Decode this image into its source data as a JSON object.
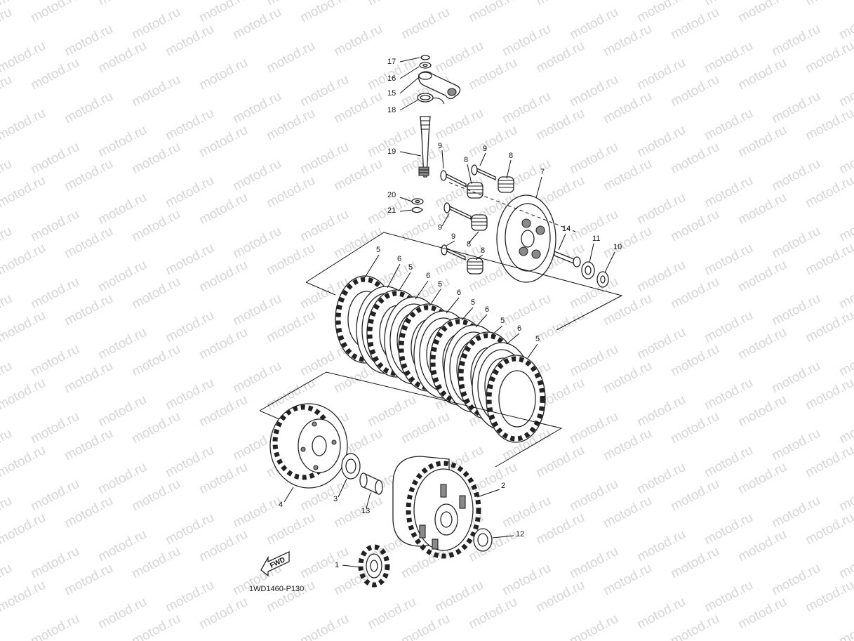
{
  "watermark": {
    "text": "motod.ru"
  },
  "diagram": {
    "code": "1WD1460-P130",
    "fwd_label": "FWD",
    "callouts": [
      {
        "id": "c17",
        "label": "17"
      },
      {
        "id": "c16",
        "label": "16"
      },
      {
        "id": "c15",
        "label": "15"
      },
      {
        "id": "c18",
        "label": "18"
      },
      {
        "id": "c19",
        "label": "19"
      },
      {
        "id": "c20",
        "label": "20"
      },
      {
        "id": "c21",
        "label": "21"
      },
      {
        "id": "c9a",
        "label": "9"
      },
      {
        "id": "c9b",
        "label": "9"
      },
      {
        "id": "c9c",
        "label": "9"
      },
      {
        "id": "c9d",
        "label": "9"
      },
      {
        "id": "c8a",
        "label": "8"
      },
      {
        "id": "c8b",
        "label": "8"
      },
      {
        "id": "c8c",
        "label": "8"
      },
      {
        "id": "c8d",
        "label": "8"
      },
      {
        "id": "c7",
        "label": "7"
      },
      {
        "id": "c14",
        "label": "14"
      },
      {
        "id": "c11",
        "label": "11"
      },
      {
        "id": "c10",
        "label": "10"
      },
      {
        "id": "c5a",
        "label": "5"
      },
      {
        "id": "c6a",
        "label": "6"
      },
      {
        "id": "c5b",
        "label": "5"
      },
      {
        "id": "c6b",
        "label": "6"
      },
      {
        "id": "c5c",
        "label": "5"
      },
      {
        "id": "c6c",
        "label": "6"
      },
      {
        "id": "c5d",
        "label": "5"
      },
      {
        "id": "c6d",
        "label": "6"
      },
      {
        "id": "c5e",
        "label": "5"
      },
      {
        "id": "c6e",
        "label": "6"
      },
      {
        "id": "c5f",
        "label": "5"
      },
      {
        "id": "c4",
        "label": "4"
      },
      {
        "id": "c3",
        "label": "3"
      },
      {
        "id": "c13",
        "label": "13"
      },
      {
        "id": "c2",
        "label": "2"
      },
      {
        "id": "c12",
        "label": "12"
      },
      {
        "id": "c1",
        "label": "1"
      }
    ]
  }
}
